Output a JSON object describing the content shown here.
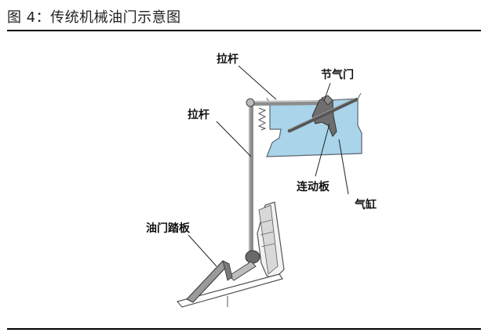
{
  "figure": {
    "title": "图 4：传统机械油门示意图"
  },
  "labels": {
    "pull_rod_top": "拉杆",
    "pull_rod_vertical": "拉杆",
    "throttle_valve": "节气门",
    "linkage_plate": "连动板",
    "cylinder": "气缸",
    "throttle_pedal": "油门踏板"
  },
  "colors": {
    "cylinder_fill": "#a9d4ea",
    "rod": "#8c8c8c",
    "outline": "#444444",
    "pedal": "#9a9a9a",
    "valve": "#555555"
  }
}
